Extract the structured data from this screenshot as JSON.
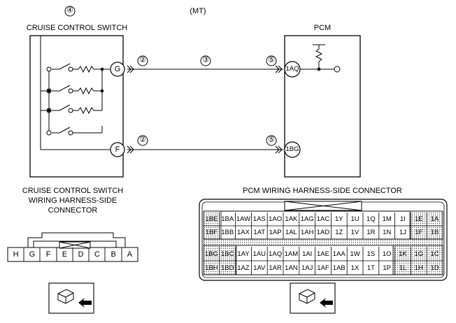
{
  "header": {
    "transmission": "(MT)",
    "switch_callout": "④"
  },
  "switch": {
    "title": "CRUISE CONTROL SWITCH",
    "term_g": "G",
    "term_f": "F"
  },
  "pcm": {
    "title": "PCM",
    "term_1aq": "1AQ",
    "term_1bg": "1BG"
  },
  "wire_callouts": {
    "c2_top": "②",
    "c3": "③",
    "c5_top": "⑤",
    "c2_bot": "②",
    "c5_bot": "⑤"
  },
  "switch_connector": {
    "title_line1": "CRUISE CONTROL SWITCH",
    "title_line2": "WIRING HARNESS-SIDE",
    "title_line3": "CONNECTOR",
    "pins": [
      "H",
      "G",
      "F",
      "E",
      "D",
      "C",
      "B",
      "A"
    ]
  },
  "pcm_connector": {
    "title": "PCM WIRING HARNESS-SIDE CONNECTOR",
    "row1": [
      "1BE",
      "1BA",
      "1AW",
      "1AS",
      "1AO",
      "1AK",
      "1AG",
      "1AC",
      "1Y",
      "1U",
      "1Q",
      "1M",
      "1I",
      "1E",
      "1A"
    ],
    "row2": [
      "1BF",
      "1BB",
      "1AX",
      "1AT",
      "1AP",
      "1AL",
      "1AH",
      "1AD",
      "1Z",
      "1V",
      "1R",
      "1N",
      "1J",
      "1F",
      "1B"
    ],
    "row3": [
      "1BG",
      "1BC",
      "1AY",
      "1AU",
      "1AQ",
      "1AM",
      "1AI",
      "1AE",
      "1AA",
      "1W",
      "1S",
      "1O",
      "1K",
      "1G",
      "1C"
    ],
    "row4": [
      "1BH",
      "1BD",
      "1AZ",
      "1AV",
      "1AR",
      "1AN",
      "1AJ",
      "1AF",
      "1AB",
      "1X",
      "1T",
      "1P",
      "1L",
      "1H",
      "1D"
    ]
  },
  "icons": {
    "connector_view_left": "connector-view-icon",
    "connector_view_right": "connector-view-icon"
  }
}
